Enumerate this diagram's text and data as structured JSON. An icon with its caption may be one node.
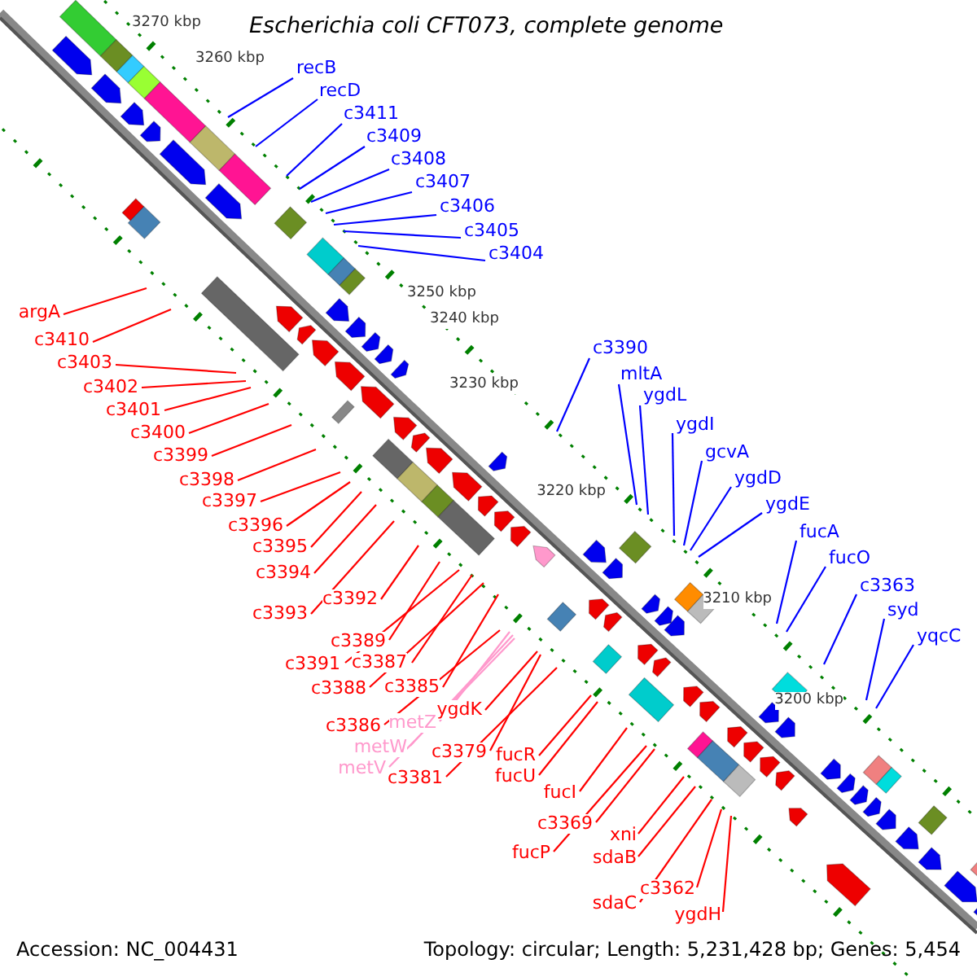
{
  "diagram": {
    "title": "Escherichia coli CFT073, complete genome",
    "nodes": [
      {
        "text": [
          "recB"
        ]
      },
      {
        "text": [
          "recD"
        ]
      },
      {
        "text": [
          "c3411"
        ]
      },
      {
        "text": [
          "c3409"
        ]
      },
      {
        "text": [
          "c3408"
        ]
      },
      {
        "text": [
          "c3407"
        ]
      },
      {
        "text": [
          "c3406"
        ]
      },
      {
        "text": [
          "c3405"
        ]
      },
      {
        "text": [
          "c3404"
        ]
      },
      {
        "text": [
          "c3390"
        ]
      },
      {
        "text": [
          "mltA"
        ]
      },
      {
        "text": [
          "ygdL"
        ]
      },
      {
        "text": [
          "ygdI"
        ]
      },
      {
        "text": [
          "gcvA"
        ]
      },
      {
        "text": [
          "ygdD"
        ]
      },
      {
        "text": [
          "ygdE"
        ]
      },
      {
        "text": [
          "fucA"
        ]
      },
      {
        "text": [
          "fucO"
        ]
      },
      {
        "text": [
          "c3363"
        ]
      },
      {
        "text": [
          "syd"
        ]
      },
      {
        "text": [
          "yqcC"
        ]
      },
      {
        "text": [
          "argA"
        ]
      },
      {
        "text": [
          "c3410"
        ]
      },
      {
        "text": [
          "c3403"
        ]
      },
      {
        "text": [
          "c3402"
        ]
      },
      {
        "text": [
          "c3401"
        ]
      },
      {
        "text": [
          "c3400"
        ]
      },
      {
        "text": [
          "c3399"
        ]
      },
      {
        "text": [
          "c3398"
        ]
      },
      {
        "text": [
          "c3397"
        ]
      },
      {
        "text": [
          "c3396"
        ]
      },
      {
        "text": [
          "c3395"
        ]
      },
      {
        "text": [
          "c3394"
        ]
      },
      {
        "text": [
          "c3393"
        ]
      },
      {
        "text": [
          "c3392"
        ]
      },
      {
        "text": [
          "c3389"
        ]
      },
      {
        "text": [
          "c3391"
        ]
      },
      {
        "text": [
          "c3387"
        ]
      },
      {
        "text": [
          "c3388"
        ]
      },
      {
        "text": [
          "c3385"
        ]
      },
      {
        "text": [
          "c3386"
        ]
      },
      {
        "text": [
          "metZ"
        ]
      },
      {
        "text": [
          "metW"
        ]
      },
      {
        "text": [
          "metV"
        ]
      },
      {
        "text": [
          "ygdK"
        ]
      },
      {
        "text": [
          "c3379"
        ]
      },
      {
        "text": [
          "c3381"
        ]
      },
      {
        "text": [
          "fucR"
        ]
      },
      {
        "text": [
          "fucU"
        ]
      },
      {
        "text": [
          "fucI"
        ]
      },
      {
        "text": [
          "c3369"
        ]
      },
      {
        "text": [
          "fucP"
        ]
      },
      {
        "text": [
          "xni"
        ]
      },
      {
        "text": [
          "sdaB"
        ]
      },
      {
        "text": [
          "sdaC"
        ]
      },
      {
        "text": [
          "c3362"
        ]
      },
      {
        "text": [
          "ygdH"
        ]
      }
    ],
    "edges": [
      {
        "from": 0,
        "to": null,
        "arrow": "none",
        "color": "#0000ff"
      },
      {
        "from": 1,
        "to": null,
        "arrow": "none",
        "color": "#0000ff"
      },
      {
        "from": 2,
        "to": null,
        "arrow": "none",
        "color": "#0000ff"
      },
      {
        "from": 3,
        "to": null,
        "arrow": "none",
        "color": "#0000ff"
      },
      {
        "from": 4,
        "to": null,
        "arrow": "none",
        "color": "#0000ff"
      },
      {
        "from": 5,
        "to": null,
        "arrow": "none",
        "color": "#0000ff"
      },
      {
        "from": 6,
        "to": null,
        "arrow": "none",
        "color": "#0000ff"
      },
      {
        "from": 7,
        "to": null,
        "arrow": "none",
        "color": "#0000ff"
      },
      {
        "from": 8,
        "to": null,
        "arrow": "none",
        "color": "#0000ff"
      },
      {
        "from": 9,
        "to": null,
        "arrow": "none",
        "color": "#0000ff"
      },
      {
        "from": 10,
        "to": null,
        "arrow": "none",
        "color": "#0000ff"
      },
      {
        "from": 11,
        "to": null,
        "arrow": "none",
        "color": "#0000ff"
      },
      {
        "from": 12,
        "to": null,
        "arrow": "none",
        "color": "#0000ff"
      },
      {
        "from": 13,
        "to": null,
        "arrow": "none",
        "color": "#0000ff"
      },
      {
        "from": 14,
        "to": null,
        "arrow": "none",
        "color": "#0000ff"
      },
      {
        "from": 15,
        "to": null,
        "arrow": "none",
        "color": "#0000ff"
      },
      {
        "from": 16,
        "to": null,
        "arrow": "none",
        "color": "#0000ff"
      },
      {
        "from": 17,
        "to": null,
        "arrow": "none",
        "color": "#0000ff"
      },
      {
        "from": 18,
        "to": null,
        "arrow": "none",
        "color": "#0000ff"
      },
      {
        "from": 19,
        "to": null,
        "arrow": "none",
        "color": "#0000ff"
      },
      {
        "from": 20,
        "to": null,
        "arrow": "none",
        "color": "#0000ff"
      },
      {
        "from": 21,
        "to": null,
        "arrow": "none"
      },
      {
        "from": 22,
        "to": null,
        "arrow": "none"
      },
      {
        "from": 23,
        "to": null,
        "arrow": "none"
      },
      {
        "from": 24,
        "to": null,
        "arrow": "none"
      },
      {
        "from": 25,
        "to": null,
        "arrow": "none"
      },
      {
        "from": 26,
        "to": null,
        "arrow": "none"
      },
      {
        "from": 27,
        "to": null,
        "arrow": "none"
      },
      {
        "from": 28,
        "to": null,
        "arrow": "none"
      },
      {
        "from": 29,
        "to": null,
        "arrow": "none"
      },
      {
        "from": 30,
        "to": null,
        "arrow": "none"
      },
      {
        "from": 31,
        "to": null,
        "arrow": "none"
      },
      {
        "from": 32,
        "to": null,
        "arrow": "none"
      },
      {
        "from": 33,
        "to": null,
        "arrow": "none"
      },
      {
        "from": 34,
        "to": null,
        "arrow": "none"
      },
      {
        "from": 35,
        "to": null,
        "arrow": "none"
      },
      {
        "from": 36,
        "to": null,
        "arrow": "none"
      },
      {
        "from": 37,
        "to": null,
        "arrow": "none"
      },
      {
        "from": 38,
        "to": null,
        "arrow": "none"
      },
      {
        "from": 39,
        "to": null,
        "arrow": "none"
      },
      {
        "from": 40,
        "to": null,
        "arrow": "none"
      },
      {
        "from": 41,
        "to": null,
        "arrow": "none",
        "color": "#ff99cc"
      },
      {
        "from": 42,
        "to": null,
        "arrow": "none",
        "color": "#ff99cc"
      },
      {
        "from": 43,
        "to": null,
        "arrow": "none",
        "color": "#ff99cc"
      },
      {
        "from": 44,
        "to": null,
        "arrow": "none"
      },
      {
        "from": 45,
        "to": null,
        "arrow": "none"
      },
      {
        "from": 46,
        "to": null,
        "arrow": "none"
      },
      {
        "from": 47,
        "to": null,
        "arrow": "none"
      },
      {
        "from": 48,
        "to": null,
        "arrow": "none"
      },
      {
        "from": 49,
        "to": null,
        "arrow": "none"
      },
      {
        "from": 50,
        "to": null,
        "arrow": "none"
      },
      {
        "from": 51,
        "to": null,
        "arrow": "none"
      },
      {
        "from": 52,
        "to": null,
        "arrow": "none"
      },
      {
        "from": 53,
        "to": null,
        "arrow": "none"
      },
      {
        "from": 54,
        "to": null,
        "arrow": "none"
      },
      {
        "from": 55,
        "to": null,
        "arrow": "none"
      },
      {
        "from": 56,
        "to": null,
        "arrow": "none"
      }
    ],
    "labels": [
      "3270 kbp",
      "3260 kbp",
      "3250 kbp",
      "3240 kbp",
      "3230 kbp",
      "3220 kbp",
      "3210 kbp",
      "3200 kbp",
      "Accession: NC_004431",
      "Topology: circular; Length: 5,231,428 bp; Genes: 5,454"
    ]
  }
}
